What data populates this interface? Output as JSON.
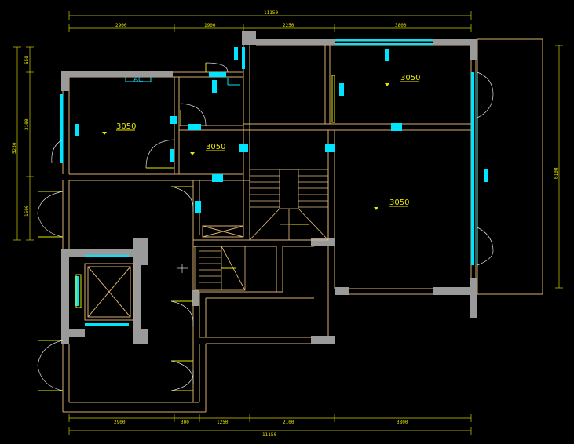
{
  "dimensions": {
    "top_total": "11150",
    "top_segments": [
      "2900",
      "1900",
      "2250",
      "3800"
    ],
    "bottom_total": "11150",
    "bottom_segments": [
      "2900",
      "300",
      "1250",
      "2100",
      "3800"
    ],
    "left_total": "5250",
    "left_segments": [
      "650",
      "2100",
      "1600"
    ],
    "right_total": "6100"
  },
  "levels": {
    "room_nw": "3050",
    "room_mid": "3050",
    "room_ne": "3050",
    "room_e": "3050"
  },
  "labels": {
    "ac": "AC"
  },
  "colors": {
    "background": "#000000",
    "wall": "#9a9a9a",
    "lines": "#d8b070",
    "dimension": "#cfcf00",
    "window": "#00e5ff"
  }
}
